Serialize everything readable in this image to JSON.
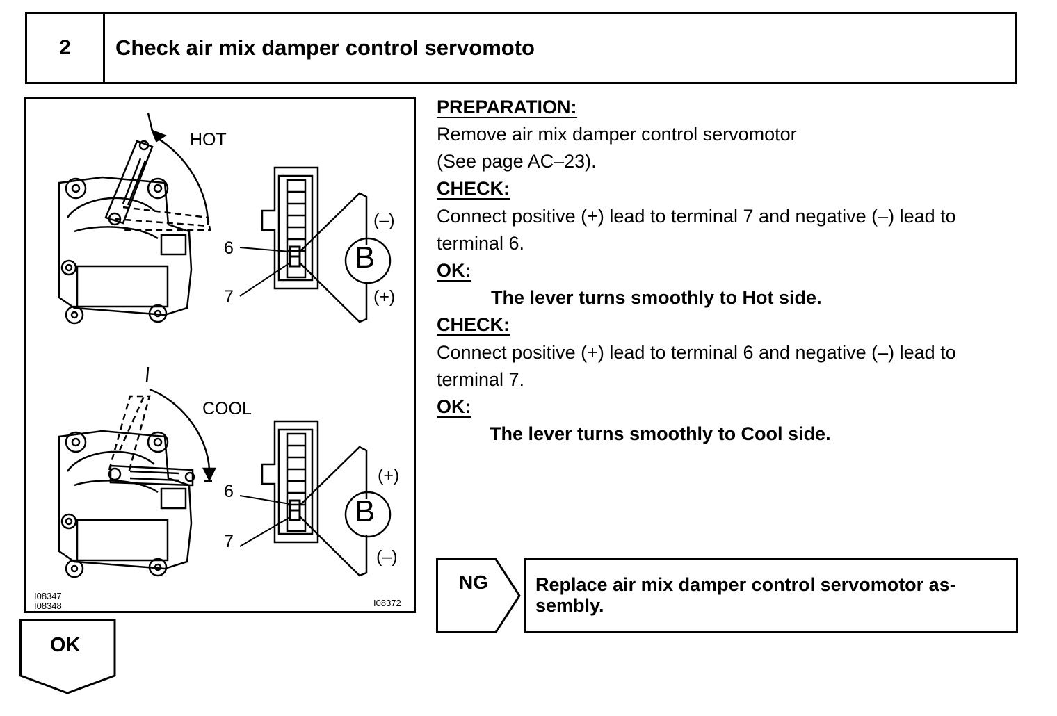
{
  "step": {
    "number": "2",
    "title": "Check air mix damper control servomoto"
  },
  "figure": {
    "top": {
      "position_label": "HOT",
      "terminal_upper": "6",
      "terminal_lower": "7",
      "polarity_upper": "(–)",
      "polarity_lower": "(+)",
      "battery": "B"
    },
    "bottom": {
      "position_label": "COOL",
      "terminal_upper": "6",
      "terminal_lower": "7",
      "polarity_upper": "(+)",
      "polarity_lower": "(–)",
      "battery": "B"
    },
    "codes_left": [
      "I08347",
      "I08348"
    ],
    "code_right": "I08372"
  },
  "instructions": {
    "preparation_label": "PREPARATION:",
    "preparation_line1": "Remove air mix damper control servomotor",
    "preparation_line2": "(See page AC–23).",
    "check1_label": "CHECK:",
    "check1_line1": "Connect positive (+) lead to terminal 7 and negative (–) lead to",
    "check1_line2": "terminal 6.",
    "ok1_label": "OK:",
    "ok1_result": "The lever turns smoothly to Hot side.",
    "check2_label": "CHECK:",
    "check2_line1": "Connect positive (+) lead to terminal 6 and negative (–) lead to",
    "check2_line2": "terminal 7.",
    "ok2_label": "OK:",
    "ok2_result": "The lever turns smoothly to Cool side."
  },
  "ng": {
    "label": "NG",
    "action_line1": "Replace air mix damper control servomotor as-",
    "action_line2": "sembly."
  },
  "ok": {
    "label": "OK"
  }
}
